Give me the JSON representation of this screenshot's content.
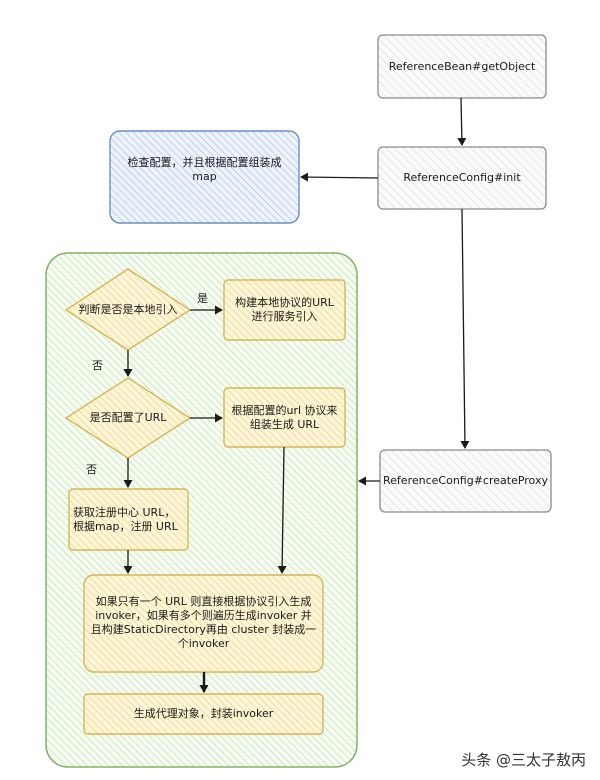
{
  "colors": {
    "gray_stroke": "#8c8c8c",
    "gray_fill": "#f4f4f4",
    "blue_stroke": "#6c8ebf",
    "blue_fill": "#c9daf5",
    "green_stroke": "#82b366",
    "green_fill": "#cfe8c0",
    "yellow_stroke": "#d6b656",
    "yellow_fill": "#f7e29b",
    "arrow": "#1a1a1a"
  },
  "nodes": {
    "getobject": "ReferenceBean#getObject",
    "init": "ReferenceConfig#init",
    "check": "检查配置，并且根据配置组装成\nmap",
    "createproxy": "ReferenceConfig#createProxy",
    "is_local": "判断是否是本地引入",
    "build_local": "构建本地协议的URL\n进行服务引入",
    "is_url": "是否配置了URL",
    "assemble_url": "根据配置的url 协议来\n组装生成 URL",
    "registry": "获取注册中心 URL，\n根据map，注册 URL",
    "generate_invoker": "如果只有一个 URL 则直接根据协议引入生成\ninvoker，如果有多个则遍历生成invoker 并\n且构建StaticDirectory再由 cluster 封装成一\n个invoker",
    "proxy": "生成代理对象，封装invoker"
  },
  "edges": {
    "yes": "是",
    "no_1": "否",
    "no_2": "否"
  },
  "watermark": "头条 @三太子敖丙"
}
